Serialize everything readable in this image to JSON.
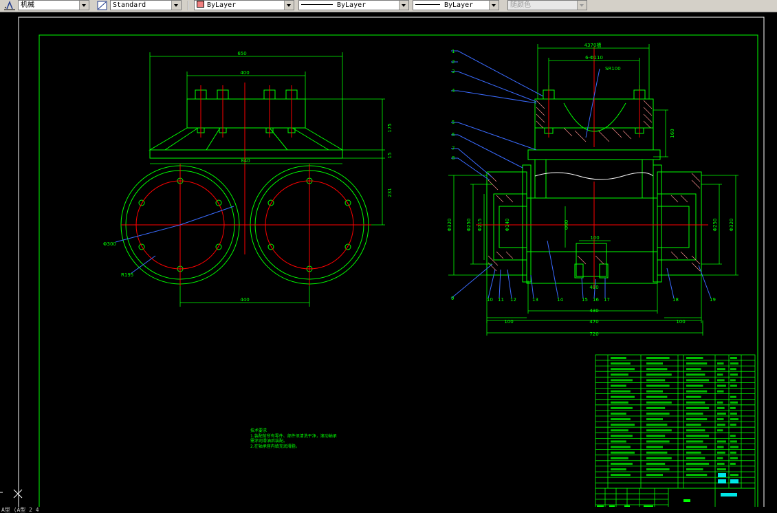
{
  "toolbar": {
    "text_style": "机械",
    "dim_style": "Standard",
    "layer": "ByLayer",
    "linetype": "ByLayer",
    "lineweight": "ByLayer",
    "plot_style": "随颜色",
    "layer_swatch_color": "#f08080"
  },
  "drawing": {
    "left_dims": {
      "d650": "650",
      "d400": "400",
      "d175": "175",
      "d15": "15",
      "d840": "840",
      "d231": "231",
      "d440": "440",
      "dia1": "Φ300",
      "r195": "R195"
    },
    "right_dims": {
      "top1": "4370槽",
      "top2": "6-Φ110",
      "sr": "SR100",
      "d160": "160",
      "d100c": "100",
      "d400b": "400",
      "d430": "430",
      "d470": "470",
      "d720": "720",
      "d100l": "100",
      "d100r": "100",
      "dia_l1": "Φ320",
      "dia_l2": "Φ250",
      "dia_l3": "Φ215",
      "dia_l4": "Φ140",
      "dia_c": "Φ90",
      "dia_r1": "Φ250",
      "dia_r2": "Φ320"
    },
    "left_callouts": [
      "1",
      "2",
      "3",
      "4",
      "5",
      "6",
      "7",
      "8",
      "9"
    ],
    "bottom_callouts": [
      "10",
      "11",
      "12",
      "13",
      "14",
      "15",
      "16",
      "17",
      "18",
      "19"
    ],
    "notes": [
      "技术要求",
      "1.装配前所有零件、部件须清洗干净，滚动轴承",
      "  需涂润滑油后装配。",
      "2.在轴承座内填充润滑脂。"
    ]
  },
  "bottom_strip": {
    "text": "A型 ⟨A型 2 4"
  },
  "colors": {
    "green": "#00ff00",
    "red": "#ff0000",
    "blue": "#3a6bff",
    "cyan": "#00e0e0",
    "yellow": "#ffff00",
    "white": "#ffffff",
    "pink": "#ff9090"
  }
}
